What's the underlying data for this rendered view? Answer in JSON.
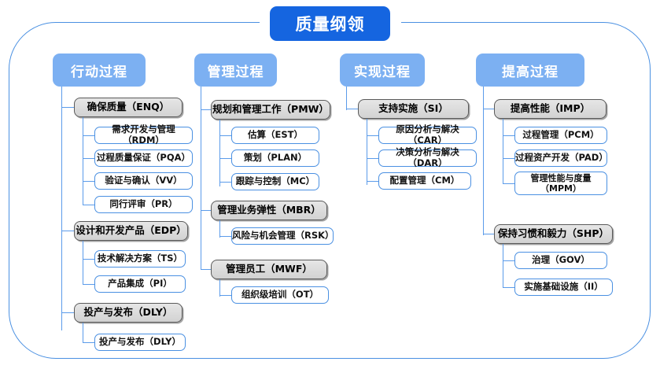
{
  "diagram": {
    "root": {
      "label": "质量纲领"
    },
    "colors": {
      "root_bg": "#1565e0",
      "header_bg": "#7cb0f2",
      "group_bg": "#dcdcdc",
      "group_border": "#5a5a5a",
      "leaf_border": "#4a90e2",
      "connector": "#5b9bea",
      "frame_border": "#4a90e2"
    },
    "columns": [
      {
        "header": "行动过程",
        "groups": [
          {
            "label": "确保质量（ENQ）",
            "items": [
              "需求开发与管理（RDM）",
              "过程质量保证（PQA）",
              "验证与确认（VV）",
              "同行评审（PR）"
            ]
          },
          {
            "label": "设计和开发产品（EDP）",
            "items": [
              "技术解决方案（TS）",
              "产品集成（PI）"
            ]
          },
          {
            "label": "投产与发布（DLY）",
            "items": [
              "投产与发布（DLY）"
            ]
          }
        ]
      },
      {
        "header": "管理过程",
        "groups": [
          {
            "label": "规划和管理工作（PMW）",
            "items": [
              "估算（EST）",
              "策划（PLAN）",
              "跟踪与控制（MC）"
            ]
          },
          {
            "label": "管理业务弹性（MBR）",
            "items": [
              "风险与机会管理（RSK）"
            ]
          },
          {
            "label": "管理员工（MWF）",
            "items": [
              "组织级培训（OT）"
            ]
          }
        ]
      },
      {
        "header": "实现过程",
        "groups": [
          {
            "label": "支持实施（SI）",
            "items": [
              "原因分析与解决（CAR）",
              "决策分析与解决（DAR）",
              "配置管理（CM）"
            ]
          }
        ]
      },
      {
        "header": "提高过程",
        "groups": [
          {
            "label": "提高性能（IMP）",
            "items": [
              "过程管理（PCM）",
              "过程资产开发（PAD）",
              "管理性能与度量\n（MPM）"
            ]
          },
          {
            "label": "保持习惯和毅力（SHP）",
            "items": [
              "治理（GOV）",
              "实施基础设施（II）"
            ]
          }
        ]
      }
    ]
  }
}
